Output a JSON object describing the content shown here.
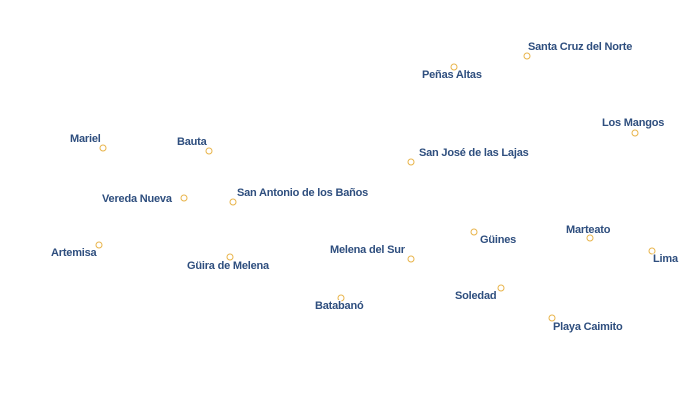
{
  "map": {
    "marker_color": "#e8b44a",
    "label_color": "#2e4e7e",
    "places": [
      {
        "name": "Santa Cruz del Norte"
      },
      {
        "name": "Peñas Altas"
      },
      {
        "name": "Los Mangos"
      },
      {
        "name": "Mariel"
      },
      {
        "name": "Bauta"
      },
      {
        "name": "San José de las Lajas"
      },
      {
        "name": "Vereda Nueva"
      },
      {
        "name": "San Antonio de los Baños"
      },
      {
        "name": "Marteato"
      },
      {
        "name": "Güines"
      },
      {
        "name": "Artemisa"
      },
      {
        "name": "Melena del Sur"
      },
      {
        "name": "Lima"
      },
      {
        "name": "Güira de Melena"
      },
      {
        "name": "Soledad"
      },
      {
        "name": "Batabanó"
      },
      {
        "name": "Playa Caimito"
      }
    ]
  }
}
